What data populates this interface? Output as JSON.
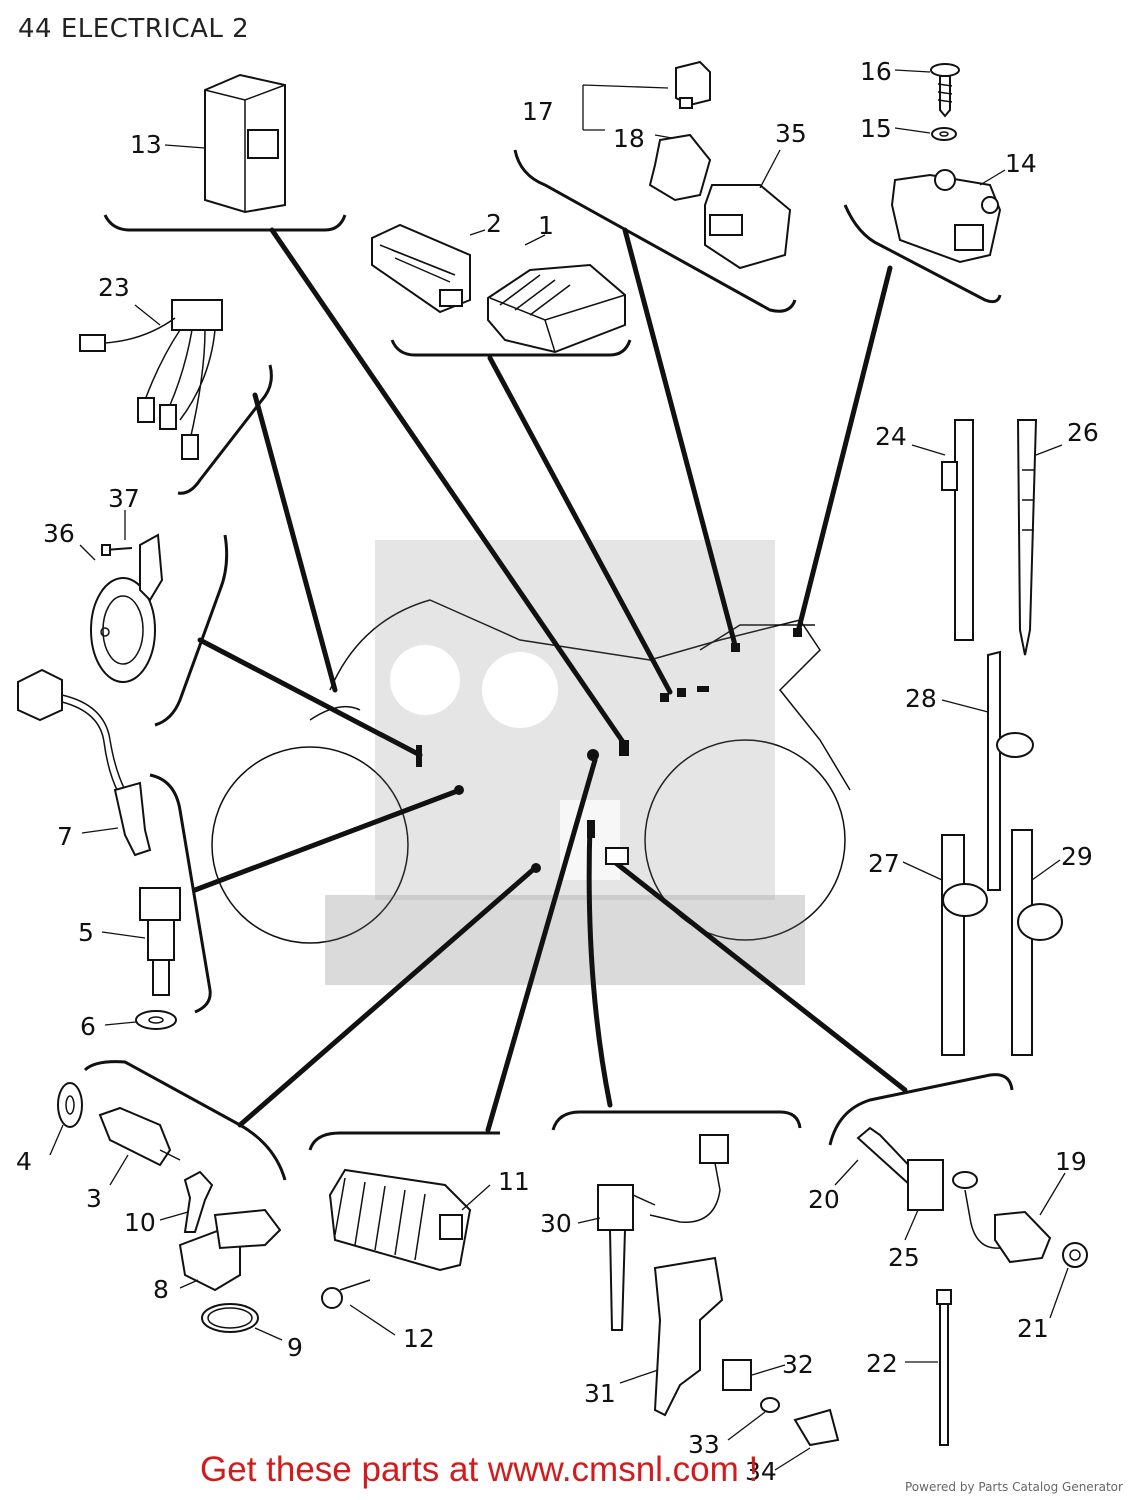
{
  "title": "44 ELECTRICAL 2",
  "promo": "Get these parts at www.cmsnl.com !",
  "credit": "Powered by Parts Catalog Generator",
  "callouts": [
    "1",
    "2",
    "3",
    "4",
    "5",
    "6",
    "7",
    "8",
    "9",
    "10",
    "11",
    "12",
    "13",
    "14",
    "15",
    "16",
    "17",
    "18",
    "19",
    "20",
    "21",
    "22",
    "23",
    "24",
    "25",
    "26",
    "27",
    "28",
    "29",
    "30",
    "31",
    "32",
    "33",
    "34",
    "35",
    "36",
    "37"
  ],
  "colors": {
    "promo": "#d41a1a",
    "line": "#111111"
  }
}
